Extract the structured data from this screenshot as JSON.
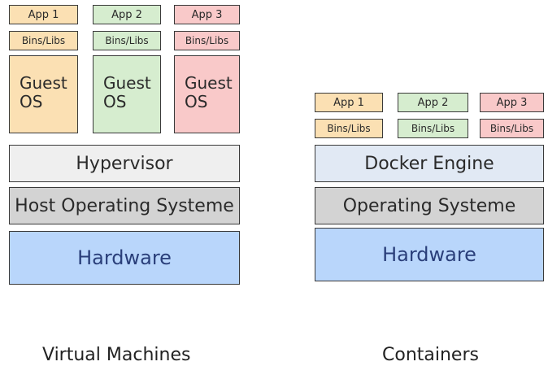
{
  "vm": {
    "apps": [
      "App 1",
      "App 2",
      "App 3"
    ],
    "bins": [
      "Bins/Libs",
      "Bins/Libs",
      "Bins/Libs"
    ],
    "guest_os": [
      "Guest\nOS",
      "Guest\nOS",
      "Guest\nOS"
    ],
    "hypervisor": "Hypervisor",
    "host_os": "Host Operating Systeme",
    "hardware": "Hardware",
    "caption": "Virtual Machines"
  },
  "containers": {
    "apps": [
      "App 1",
      "App 2",
      "App 3"
    ],
    "bins": [
      "Bins/Libs",
      "Bins/Libs",
      "Bins/Libs"
    ],
    "engine": "Docker Engine",
    "os": "Operating Systeme",
    "hardware": "Hardware",
    "caption": "Containers"
  },
  "colors": {
    "app1": "#fbe0b3",
    "app2": "#d6edcf",
    "app3": "#f9c9c9",
    "hypervisor": "#efefef",
    "os": "#d3d3d3",
    "engine": "#e1e9f4",
    "hardware": "#b9d6fb"
  }
}
